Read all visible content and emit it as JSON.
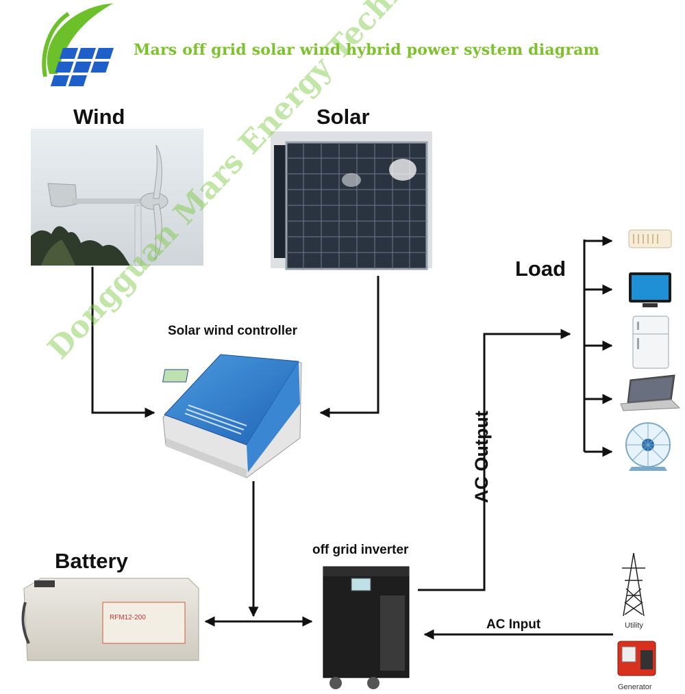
{
  "title": "Mars off grid solar wind hybrid power system diagram",
  "labels": {
    "wind": "Wind",
    "solar": "Solar",
    "load": "Load",
    "controller": "Solar wind controller",
    "battery": "Battery",
    "inverter": "off grid inverter",
    "ac_output": "AC Output",
    "ac_input": "AC Input",
    "utility": "Utility",
    "generator": "Generator"
  },
  "controller_lcd": "",
  "battery_label": {
    "model": "RFM12-200"
  },
  "watermark": "Dongguan Mars Energy Technology.,Ldt",
  "colors": {
    "title_green": "#7cc22a",
    "controller_blue": "#2f7fd0",
    "inverter_black": "#1b1b1b",
    "arrow": "#111111"
  },
  "icons": [
    "leaf-logo-icon",
    "solar-panel-logo-icon",
    "air-conditioner-icon",
    "tv-icon",
    "fridge-icon",
    "laptop-icon",
    "fan-icon",
    "utility-tower-icon",
    "generator-icon"
  ]
}
